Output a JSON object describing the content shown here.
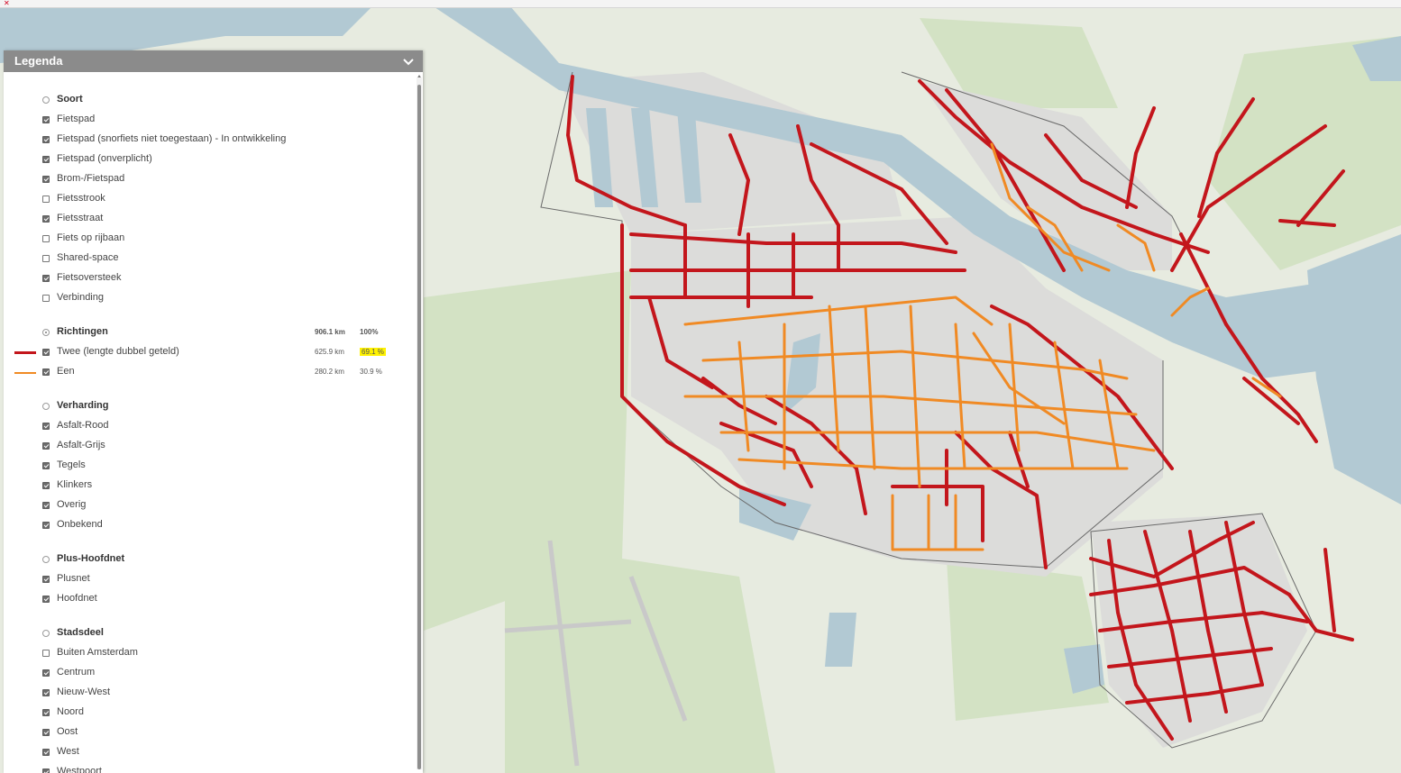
{
  "legend": {
    "title": "Legenda",
    "sections": {
      "soort": {
        "title": "Soort",
        "radio_on": false,
        "items": [
          {
            "label": "Fietspad",
            "checked": true
          },
          {
            "label": "Fietspad (snorfiets niet toegestaan) - In ontwikkeling",
            "checked": true
          },
          {
            "label": "Fietspad (onverplicht)",
            "checked": true
          },
          {
            "label": "Brom-/Fietspad",
            "checked": true
          },
          {
            "label": "Fietsstrook",
            "checked": false
          },
          {
            "label": "Fietsstraat",
            "checked": true
          },
          {
            "label": "Fiets op rijbaan",
            "checked": false
          },
          {
            "label": "Shared-space",
            "checked": false
          },
          {
            "label": "Fietsoversteek",
            "checked": true
          },
          {
            "label": "Verbinding",
            "checked": false
          }
        ]
      },
      "richtingen": {
        "title": "Richtingen",
        "radio_on": true,
        "total_km": "906.1 km",
        "total_pct": "100%",
        "items": [
          {
            "label": "Twee (lengte dubbel geteld)",
            "checked": true,
            "km": "625.9 km",
            "pct": "69.1 %",
            "color": "#c3161c",
            "highlight": true
          },
          {
            "label": "Een",
            "checked": true,
            "km": "280.2 km",
            "pct": "30.9 %",
            "color": "#f08a24",
            "highlight": false
          }
        ]
      },
      "verharding": {
        "title": "Verharding",
        "radio_on": false,
        "items": [
          {
            "label": "Asfalt-Rood",
            "checked": true
          },
          {
            "label": "Asfalt-Grijs",
            "checked": true
          },
          {
            "label": "Tegels",
            "checked": true
          },
          {
            "label": "Klinkers",
            "checked": true
          },
          {
            "label": "Overig",
            "checked": true
          },
          {
            "label": "Onbekend",
            "checked": true
          }
        ]
      },
      "plus_hoofdnet": {
        "title": "Plus-Hoofdnet",
        "radio_on": false,
        "items": [
          {
            "label": "Plusnet",
            "checked": true
          },
          {
            "label": "Hoofdnet",
            "checked": true
          }
        ]
      },
      "stadsdeel": {
        "title": "Stadsdeel",
        "radio_on": false,
        "items": [
          {
            "label": "Buiten Amsterdam",
            "checked": false
          },
          {
            "label": "Centrum",
            "checked": true
          },
          {
            "label": "Nieuw-West",
            "checked": true
          },
          {
            "label": "Noord",
            "checked": true
          },
          {
            "label": "Oost",
            "checked": true
          },
          {
            "label": "West",
            "checked": true
          },
          {
            "label": "Westpoort",
            "checked": true
          }
        ]
      }
    }
  },
  "map": {
    "colors": {
      "two_way": "#c3161c",
      "one_way": "#f08a24",
      "water": "#b2c9d3",
      "land": "#e7ebe0",
      "park": "#d3e2c4",
      "urban": "#dcdcda"
    }
  }
}
